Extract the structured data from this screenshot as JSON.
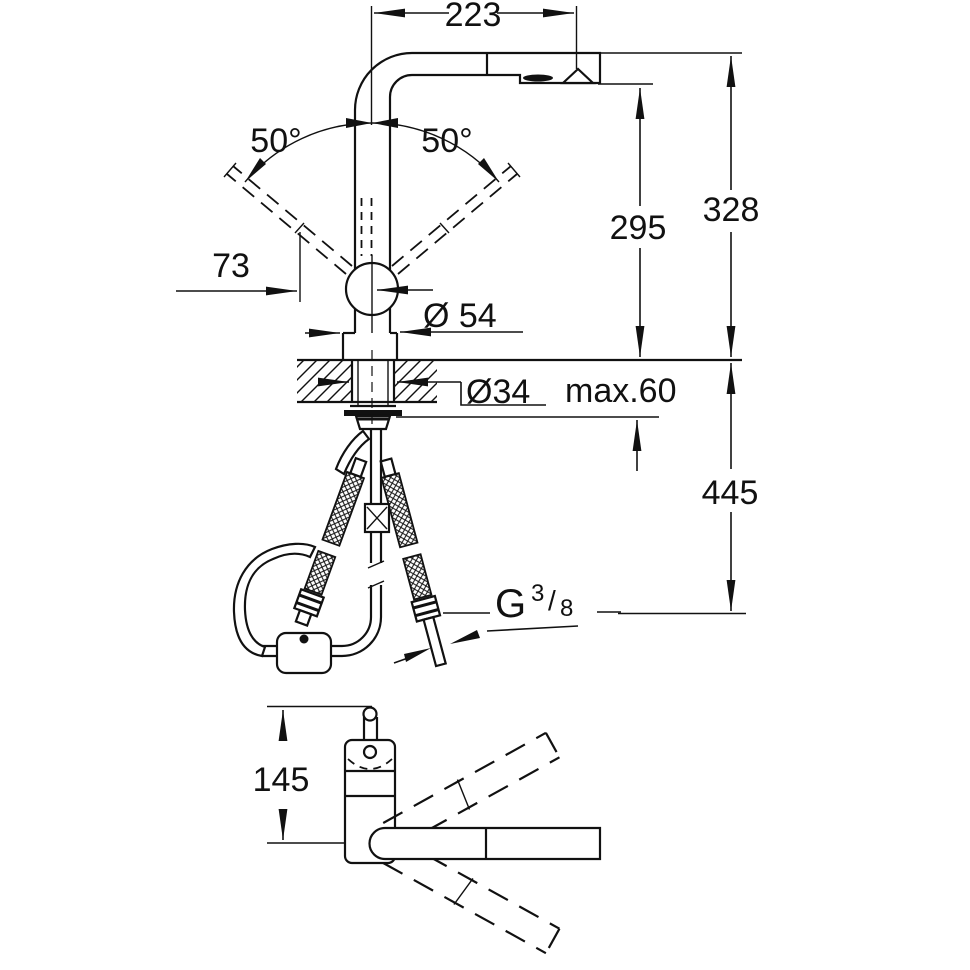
{
  "drawing": {
    "type": "technical-dimension-drawing",
    "subject": "pull-out-spray kitchen faucet, side elevation and plan view",
    "colors": {
      "line": "#111111",
      "background": "#ffffff"
    },
    "labels": {
      "spout_reach": "223",
      "lever_angle_left": "50°",
      "lever_angle_right": "50°",
      "lever_clearance": "73",
      "base_diameter": "Ø 54",
      "height_spout_underside": "295",
      "height_spout_top": "328",
      "hole_diameter": "Ø34",
      "deck_thickness_max": "max.60",
      "below_deck_length": "445",
      "thread_g": "G",
      "thread_numerator": "3",
      "thread_slash": "/",
      "thread_denominator": "8",
      "plan_lever_to_spout_axis": "145"
    }
  }
}
